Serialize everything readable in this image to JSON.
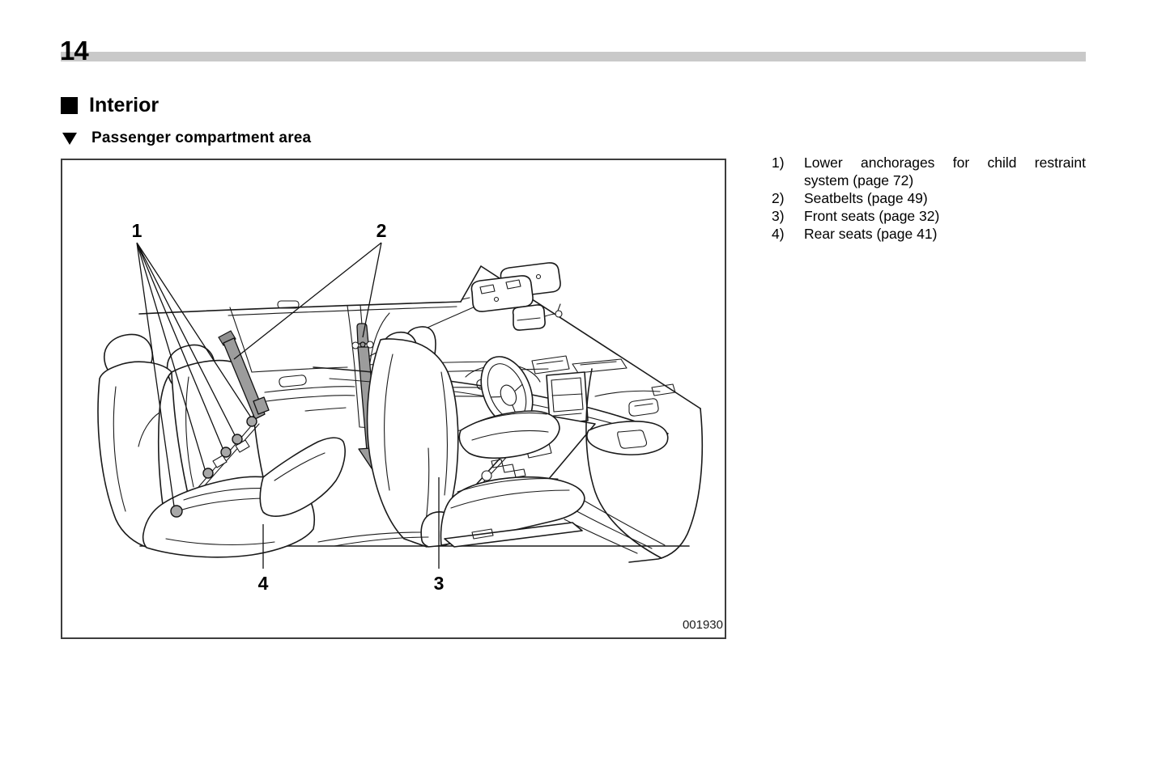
{
  "page": {
    "number": "14"
  },
  "headings": {
    "section": "Interior",
    "subsection": "Passenger compartment area"
  },
  "icons": {
    "section_bullet": "black-square",
    "subsection_bullet": "black-down-triangle"
  },
  "figure": {
    "code": "001930",
    "callouts": {
      "c1": "1",
      "c2": "2",
      "c3": "3",
      "c4": "4"
    }
  },
  "legend": {
    "items": [
      {
        "num": "1)",
        "lines": [
          "Lower anchorages for child restraint",
          "system (page 72)"
        ]
      },
      {
        "num": "2)",
        "lines": [
          "Seatbelts (page 49)"
        ]
      },
      {
        "num": "3)",
        "lines": [
          "Front seats (page 32)"
        ]
      },
      {
        "num": "4)",
        "lines": [
          "Rear seats (page 41)"
        ]
      }
    ]
  },
  "colors": {
    "text": "#000000",
    "header_rule": "#c9c9c9",
    "figure_border": "#3d3d3d",
    "line_art": "#1a1a1a",
    "belt_highlight": "#9c9c9c",
    "anchor_fill": "#a8a8a8"
  }
}
